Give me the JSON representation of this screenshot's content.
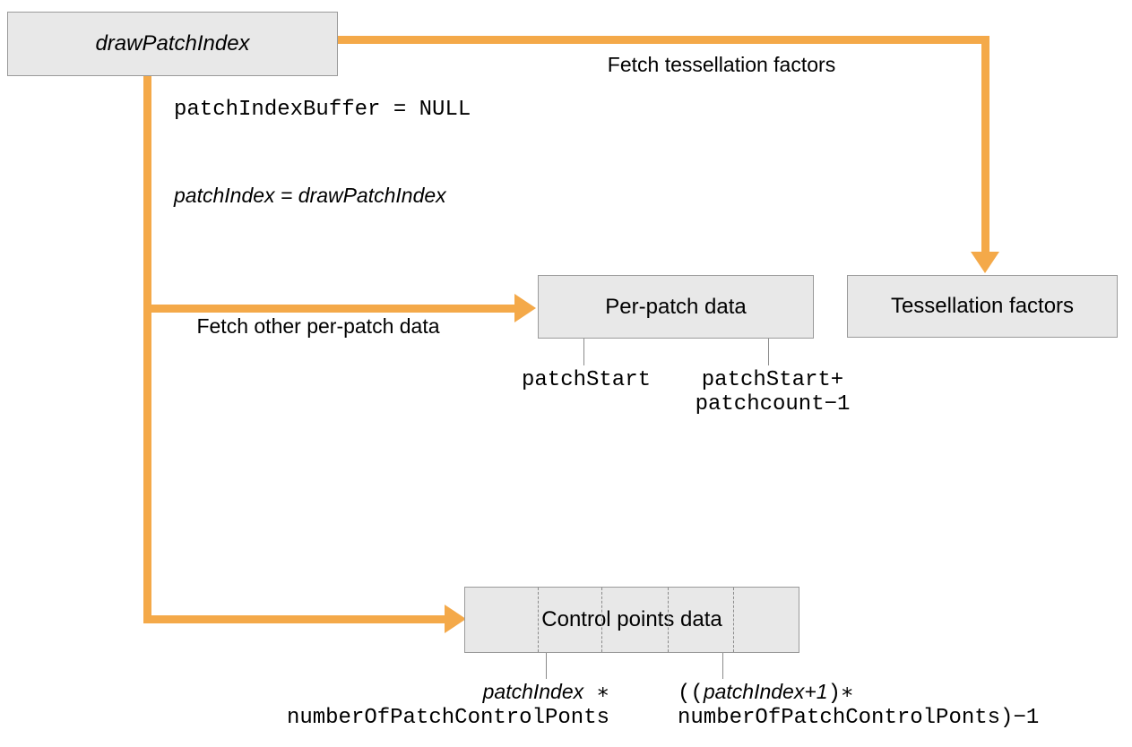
{
  "diagram": {
    "title": "drawPatchIndex tessellation data fetch flow",
    "colors": {
      "arrow": "#f4a949",
      "box_fill": "#e8e8e8",
      "box_border": "#9a9a9a",
      "tick": "#8a8a8a",
      "text": "#000000",
      "background": "#ffffff"
    },
    "boxes": {
      "draw_patch_index": "drawPatchIndex",
      "per_patch_data": "Per-patch data",
      "tessellation_factors": "Tessellation factors",
      "control_points_data": "Control points data"
    },
    "edge_labels": {
      "fetch_tessellation_factors": "Fetch tessellation factors",
      "fetch_other_per_patch_data": "Fetch other per-patch data"
    },
    "conditions": {
      "patch_index_buffer": "patchIndexBuffer = NULL",
      "patch_index_assign": "patchIndex = drawPatchIndex"
    },
    "range_labels": {
      "per_patch_start": "patchStart",
      "per_patch_end_line1": "patchStart+",
      "per_patch_end_line2": "patchcount−1",
      "control_start_line1_var": "patchIndex",
      "control_start_line1_op": " ∗",
      "control_start_line2": "numberOfPatchControlPonts",
      "control_end_line1_pre": "((",
      "control_end_line1_var": "patchIndex+1",
      "control_end_line1_post": ")∗",
      "control_end_line2": "numberOfPatchControlPonts)−1"
    }
  }
}
